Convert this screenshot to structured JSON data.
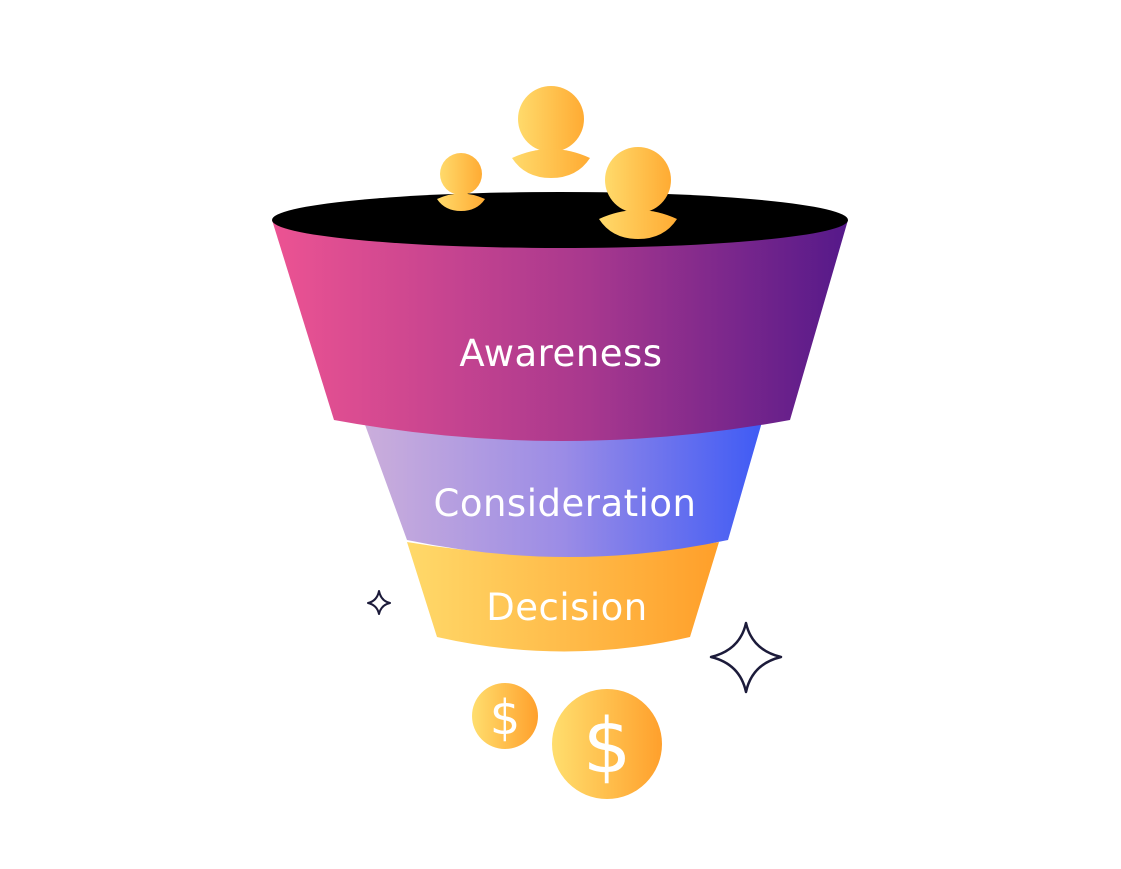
{
  "funnel": {
    "stages": [
      {
        "label": "Awareness"
      },
      {
        "label": "Consideration"
      },
      {
        "label": "Decision"
      }
    ]
  },
  "coins": {
    "symbol": "$"
  },
  "colors": {
    "awareness_start": "#ec5392",
    "awareness_end": "#55198a",
    "consideration_start": "#cbaedb",
    "consideration_end": "#3f5bf5",
    "decision_start": "#ffd96a",
    "decision_end": "#ff9f2a",
    "funnel_opening": "#000000",
    "person_start": "#ffda6b",
    "person_end": "#ffab33",
    "sparkle_stroke": "#1c1b3a"
  },
  "icons": [
    "person-icon",
    "dollar-coin-icon",
    "sparkle-icon"
  ]
}
